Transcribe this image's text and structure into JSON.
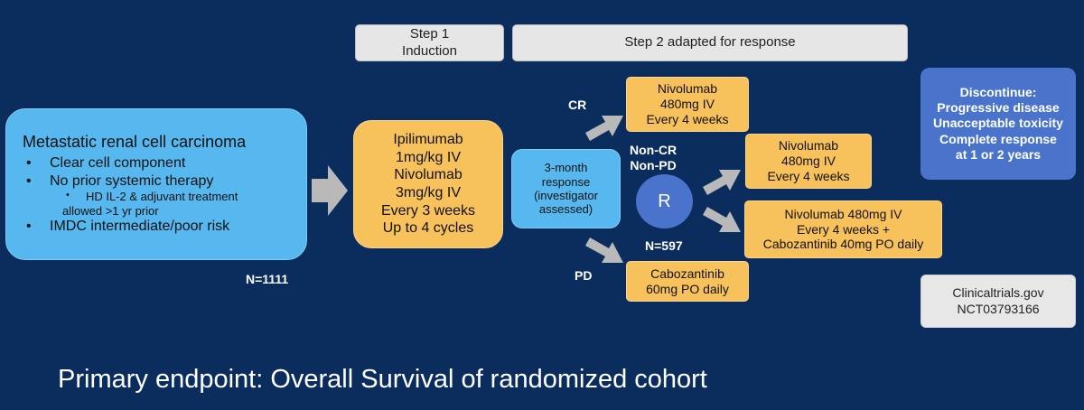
{
  "steps": {
    "step1": [
      "Step 1",
      "Induction"
    ],
    "step2": "Step 2 adapted for response"
  },
  "eligibility": {
    "title": "Metastatic renal cell carcinoma",
    "items": [
      "Clear cell component",
      "No prior systemic therapy"
    ],
    "sub_item": [
      "HD IL-2 & adjuvant treatment",
      "allowed >1 yr prior"
    ],
    "last_item": "IMDC intermediate/poor risk",
    "n": "N=1111"
  },
  "induction": [
    "Ipilimumab",
    "1mg/kg IV",
    "Nivolumab",
    "3mg/kg IV",
    "Every 3 weeks",
    "Up to 4 cycles"
  ],
  "assessment": [
    "3-month",
    "response",
    "(investigator",
    "assessed)"
  ],
  "labels": {
    "cr": "CR",
    "pd": "PD",
    "non_cr": [
      "Non-CR",
      "Non-PD"
    ],
    "randomize": "R",
    "n_random": "N=597"
  },
  "arms": {
    "cr_arm": [
      "Nivolumab",
      "480mg IV",
      "Every 4 weeks"
    ],
    "nonpd_arm1": [
      "Nivolumab",
      "480mg IV",
      "Every 4 weeks"
    ],
    "nonpd_arm2": [
      "Nivolumab 480mg IV",
      "Every 4 weeks +",
      "Cabozantinib 40mg PO daily"
    ],
    "pd_arm": [
      "Cabozantinib",
      "60mg PO daily"
    ]
  },
  "discontinue": [
    "Discontinue:",
    "Progressive disease",
    "Unacceptable toxicity",
    "Complete response",
    "at 1 or 2 years"
  ],
  "registry": [
    "Clinicaltrials.gov",
    "NCT03793166"
  ],
  "primary_endpoint": "Primary endpoint: Overall Survival of randomized cohort",
  "colors": {
    "background": "#0b2d5e",
    "blue_box": "#56b8ee",
    "orange_box": "#f7c15b",
    "gray_box": "#e6e6e6",
    "randomize_circle": "#4a74cc",
    "discontinue_box": "#4a74cc",
    "arrow": "#b9b9b9"
  }
}
